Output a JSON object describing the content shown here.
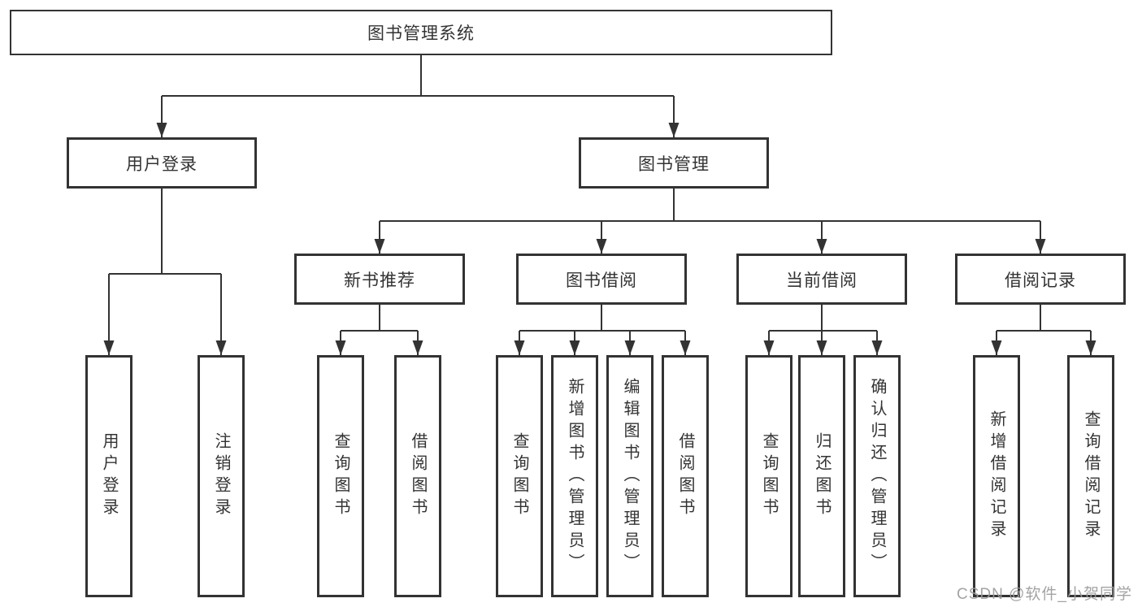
{
  "diagram": {
    "root": {
      "label": "图书管理系统"
    },
    "branches": [
      {
        "label": "用户登录",
        "children": [
          {
            "label": "用户登录"
          },
          {
            "label": "注销登录"
          }
        ]
      },
      {
        "label": "图书管理",
        "children": [
          {
            "label": "新书推荐",
            "children": [
              {
                "label": "查询图书"
              },
              {
                "label": "借阅图书"
              }
            ]
          },
          {
            "label": "图书借阅",
            "children": [
              {
                "label": "查询图书"
              },
              {
                "label": "新增图书（管理员）"
              },
              {
                "label": "编辑图书（管理员）"
              },
              {
                "label": "借阅图书"
              }
            ]
          },
          {
            "label": "当前借阅",
            "children": [
              {
                "label": "查询图书"
              },
              {
                "label": "归还图书"
              },
              {
                "label": "确认归还（管理员）"
              }
            ]
          },
          {
            "label": "借阅记录",
            "children": [
              {
                "label": "新增借阅记录"
              },
              {
                "label": "查询借阅记录"
              }
            ]
          }
        ]
      }
    ]
  },
  "watermark": {
    "text": "CSDN @软件_小贺同学"
  },
  "colors": {
    "line": "#333333",
    "box_border": "#333333",
    "box_background": "#ffffff",
    "text": "#333333",
    "watermark": "#9c9c9c",
    "page_background": "#ffffff"
  }
}
